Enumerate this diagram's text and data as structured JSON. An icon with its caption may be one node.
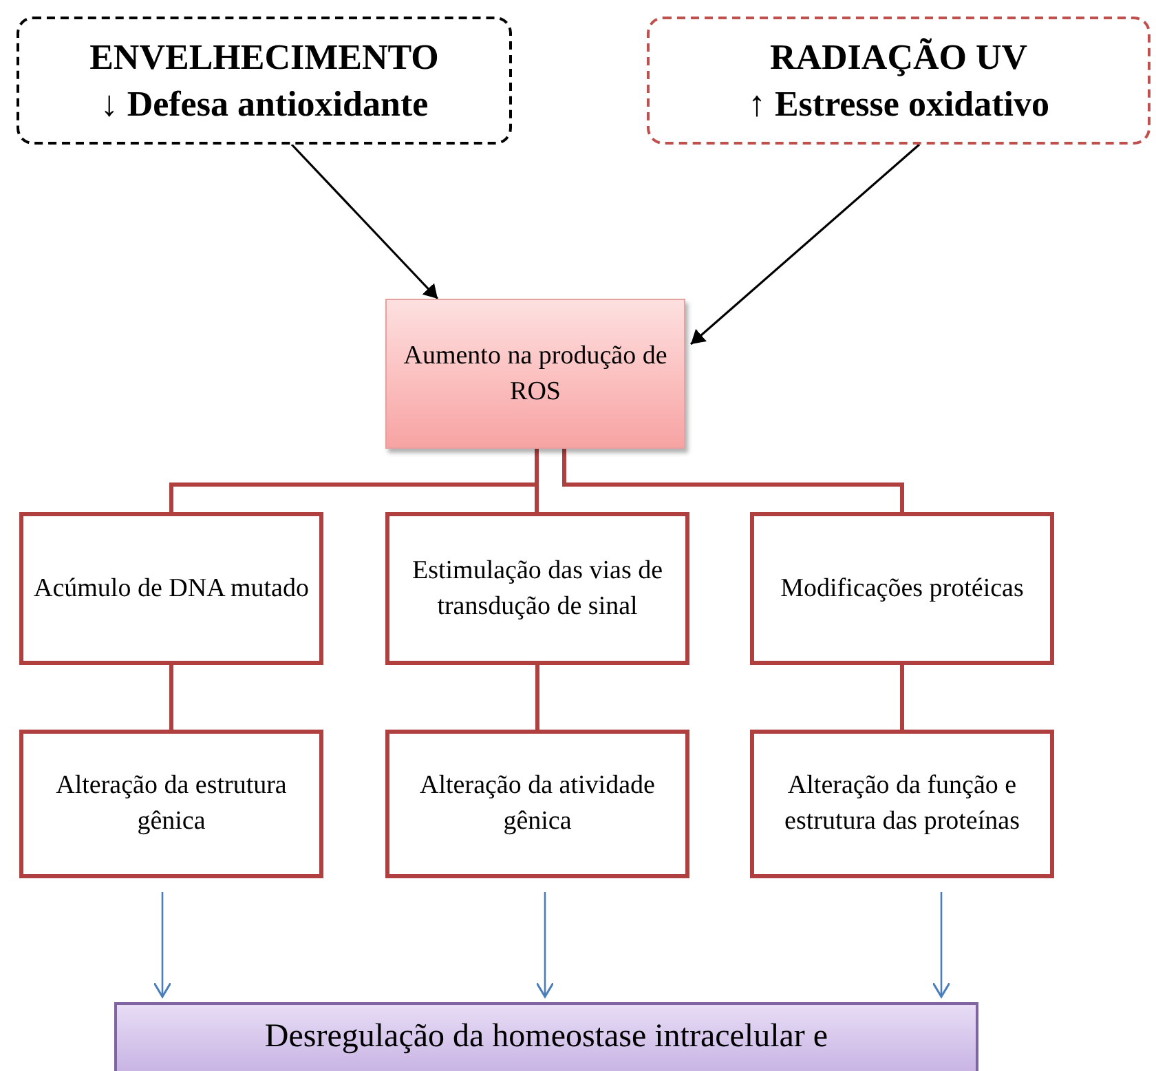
{
  "diagram": {
    "nodes": [
      {
        "text": [
          "ENVELHECIMENTO",
          "↓ Defesa antioxidante"
        ]
      },
      {
        "text": [
          "RADIAÇÃO UV",
          "↑ Estresse oxidativo"
        ]
      },
      {
        "text": [
          "Aumento na produção de ROS"
        ]
      },
      {
        "text": [
          "Acúmulo de DNA mutado"
        ]
      },
      {
        "text": [
          "Estimulação das vias de transdução de sinal"
        ]
      },
      {
        "text": [
          "Modificações protéicas"
        ]
      },
      {
        "text": [
          "Alteração da estrutura gênica"
        ]
      },
      {
        "text": [
          "Alteração da atividade gênica"
        ]
      },
      {
        "text": [
          "Alteração da função e estrutura das proteínas"
        ]
      },
      {
        "text": [
          "Desregulação da homeostase intracelular e"
        ]
      }
    ],
    "edges": [
      {
        "from": 0,
        "to": 2,
        "arrow": "to",
        "color": "#000000"
      },
      {
        "from": 1,
        "to": 2,
        "arrow": "to",
        "color": "#000000"
      },
      {
        "from": 2,
        "to": 3,
        "arrow": "none"
      },
      {
        "from": 2,
        "to": 4,
        "arrow": "none"
      },
      {
        "from": 2,
        "to": 5,
        "arrow": "none"
      },
      {
        "from": 3,
        "to": 6,
        "arrow": "none"
      },
      {
        "from": 4,
        "to": 7,
        "arrow": "none"
      },
      {
        "from": 5,
        "to": 8,
        "arrow": "none"
      },
      {
        "from": 6,
        "to": 9,
        "arrow": "to",
        "color": "#4a7ebb"
      },
      {
        "from": 7,
        "to": 9,
        "arrow": "to",
        "color": "#4a7ebb"
      },
      {
        "from": 8,
        "to": 9,
        "arrow": "to",
        "color": "#4a7ebb"
      }
    ]
  }
}
